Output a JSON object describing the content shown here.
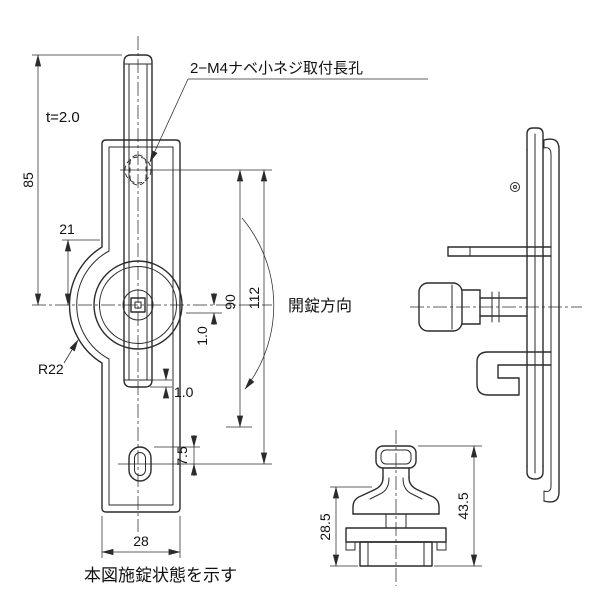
{
  "drawing": {
    "notes": {
      "screw": "2−M4ナベ小ネジ取付長孔",
      "thickness": "t=2.0",
      "state": "本図施錠状態を示す",
      "unlock": "開錠方向"
    },
    "dims": {
      "h85": "85",
      "w21": "21",
      "r22": "R22",
      "h112": "112",
      "h90": "90",
      "off1a": "1.0",
      "off1b": "1.0",
      "s75": "7.5",
      "w28": "28",
      "h285": "28.5",
      "h435": "43.5"
    },
    "colors": {
      "line": "#2b2b2b",
      "bg": "#ffffff",
      "text": "#111111"
    }
  }
}
